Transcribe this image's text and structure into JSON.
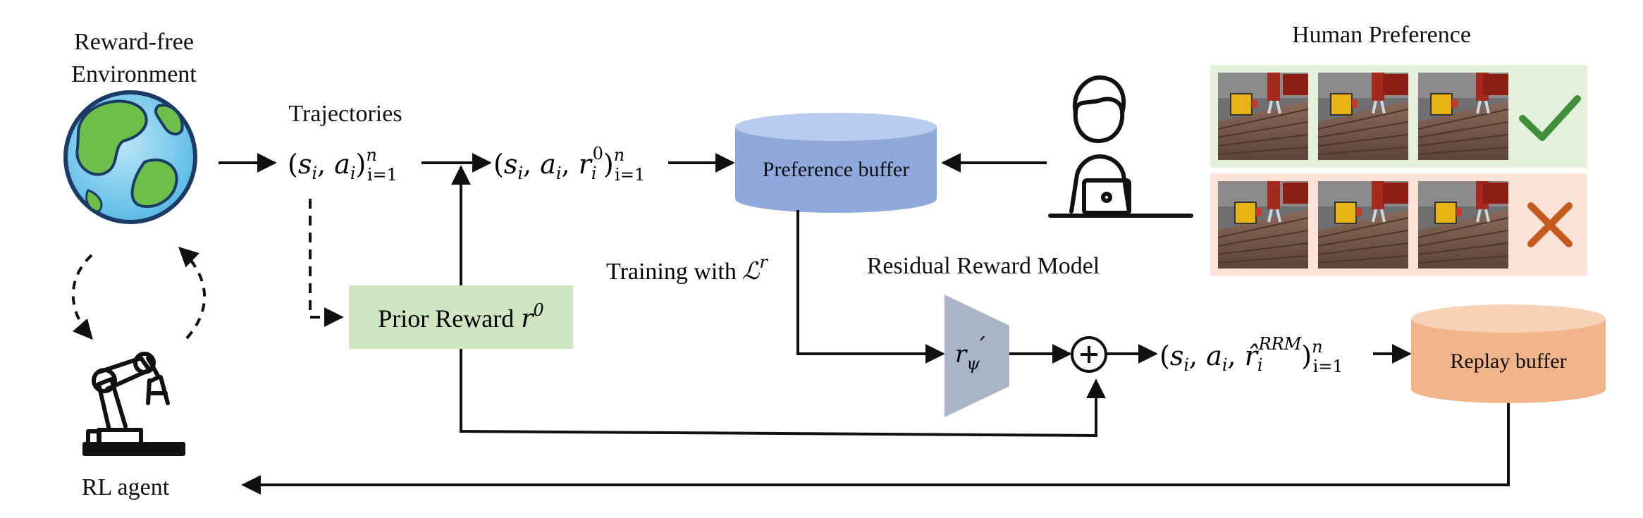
{
  "labels": {
    "env_line1": "Reward-free",
    "env_line2": "Environment",
    "trajectories": "Trajectories",
    "preference_buffer": "Preference buffer",
    "human_preference": "Human Preference",
    "training_with": "Training with",
    "loss_symbol": "ℒ",
    "loss_sup": "r",
    "residual_reward_model": "Residual Reward Model",
    "prior_reward": "Prior Reward",
    "prior_r": "r",
    "prior_sup": "0",
    "model_r": "r",
    "model_sub": "ψ",
    "model_prime": "′",
    "replay_buffer": "Replay buffer",
    "rl_agent": "RL agent"
  },
  "formulas": {
    "tuple1_open": "(",
    "s": "s",
    "i": "i",
    "comma": ", ",
    "a": "a",
    "tuple_close": ")",
    "n": "n",
    "range": "i=1",
    "r_plain": "r",
    "r_hat": "r̂",
    "zero": "0",
    "rrm": "RRM"
  },
  "preference_rows": [
    {
      "mark": "check",
      "color": "#3f8f3a",
      "bg": "#e3f0db"
    },
    {
      "mark": "cross",
      "color": "#c45a1c",
      "bg": "#fbe3d8"
    }
  ],
  "colors": {
    "preference_buffer": "#8fa9dc",
    "replay_buffer": "#f2b48a",
    "prior_reward": "#cfe6c3",
    "reward_model": "#a9b4c7"
  }
}
